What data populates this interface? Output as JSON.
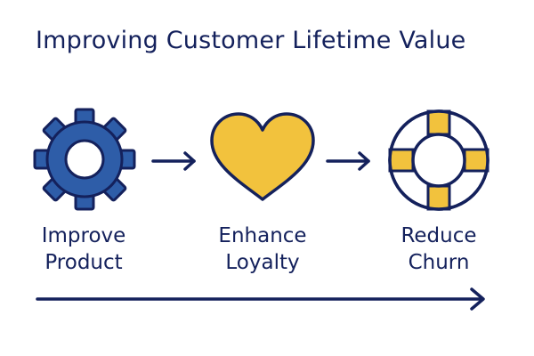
{
  "title": "Improving Customer Lifetime Value",
  "colors": {
    "navy": "#14215c",
    "gear_blue": "#2e5da8",
    "gold": "#f2c23d",
    "white": "#ffffff"
  },
  "steps": [
    {
      "icon": "gear-icon",
      "label_line1": "Improve",
      "label_line2": "Product"
    },
    {
      "icon": "heart-icon",
      "label_line1": "Enhance",
      "label_line2": "Loyalty"
    },
    {
      "icon": "lifebuoy-icon",
      "label_line1": "Reduce",
      "label_line2": "Churn"
    }
  ]
}
